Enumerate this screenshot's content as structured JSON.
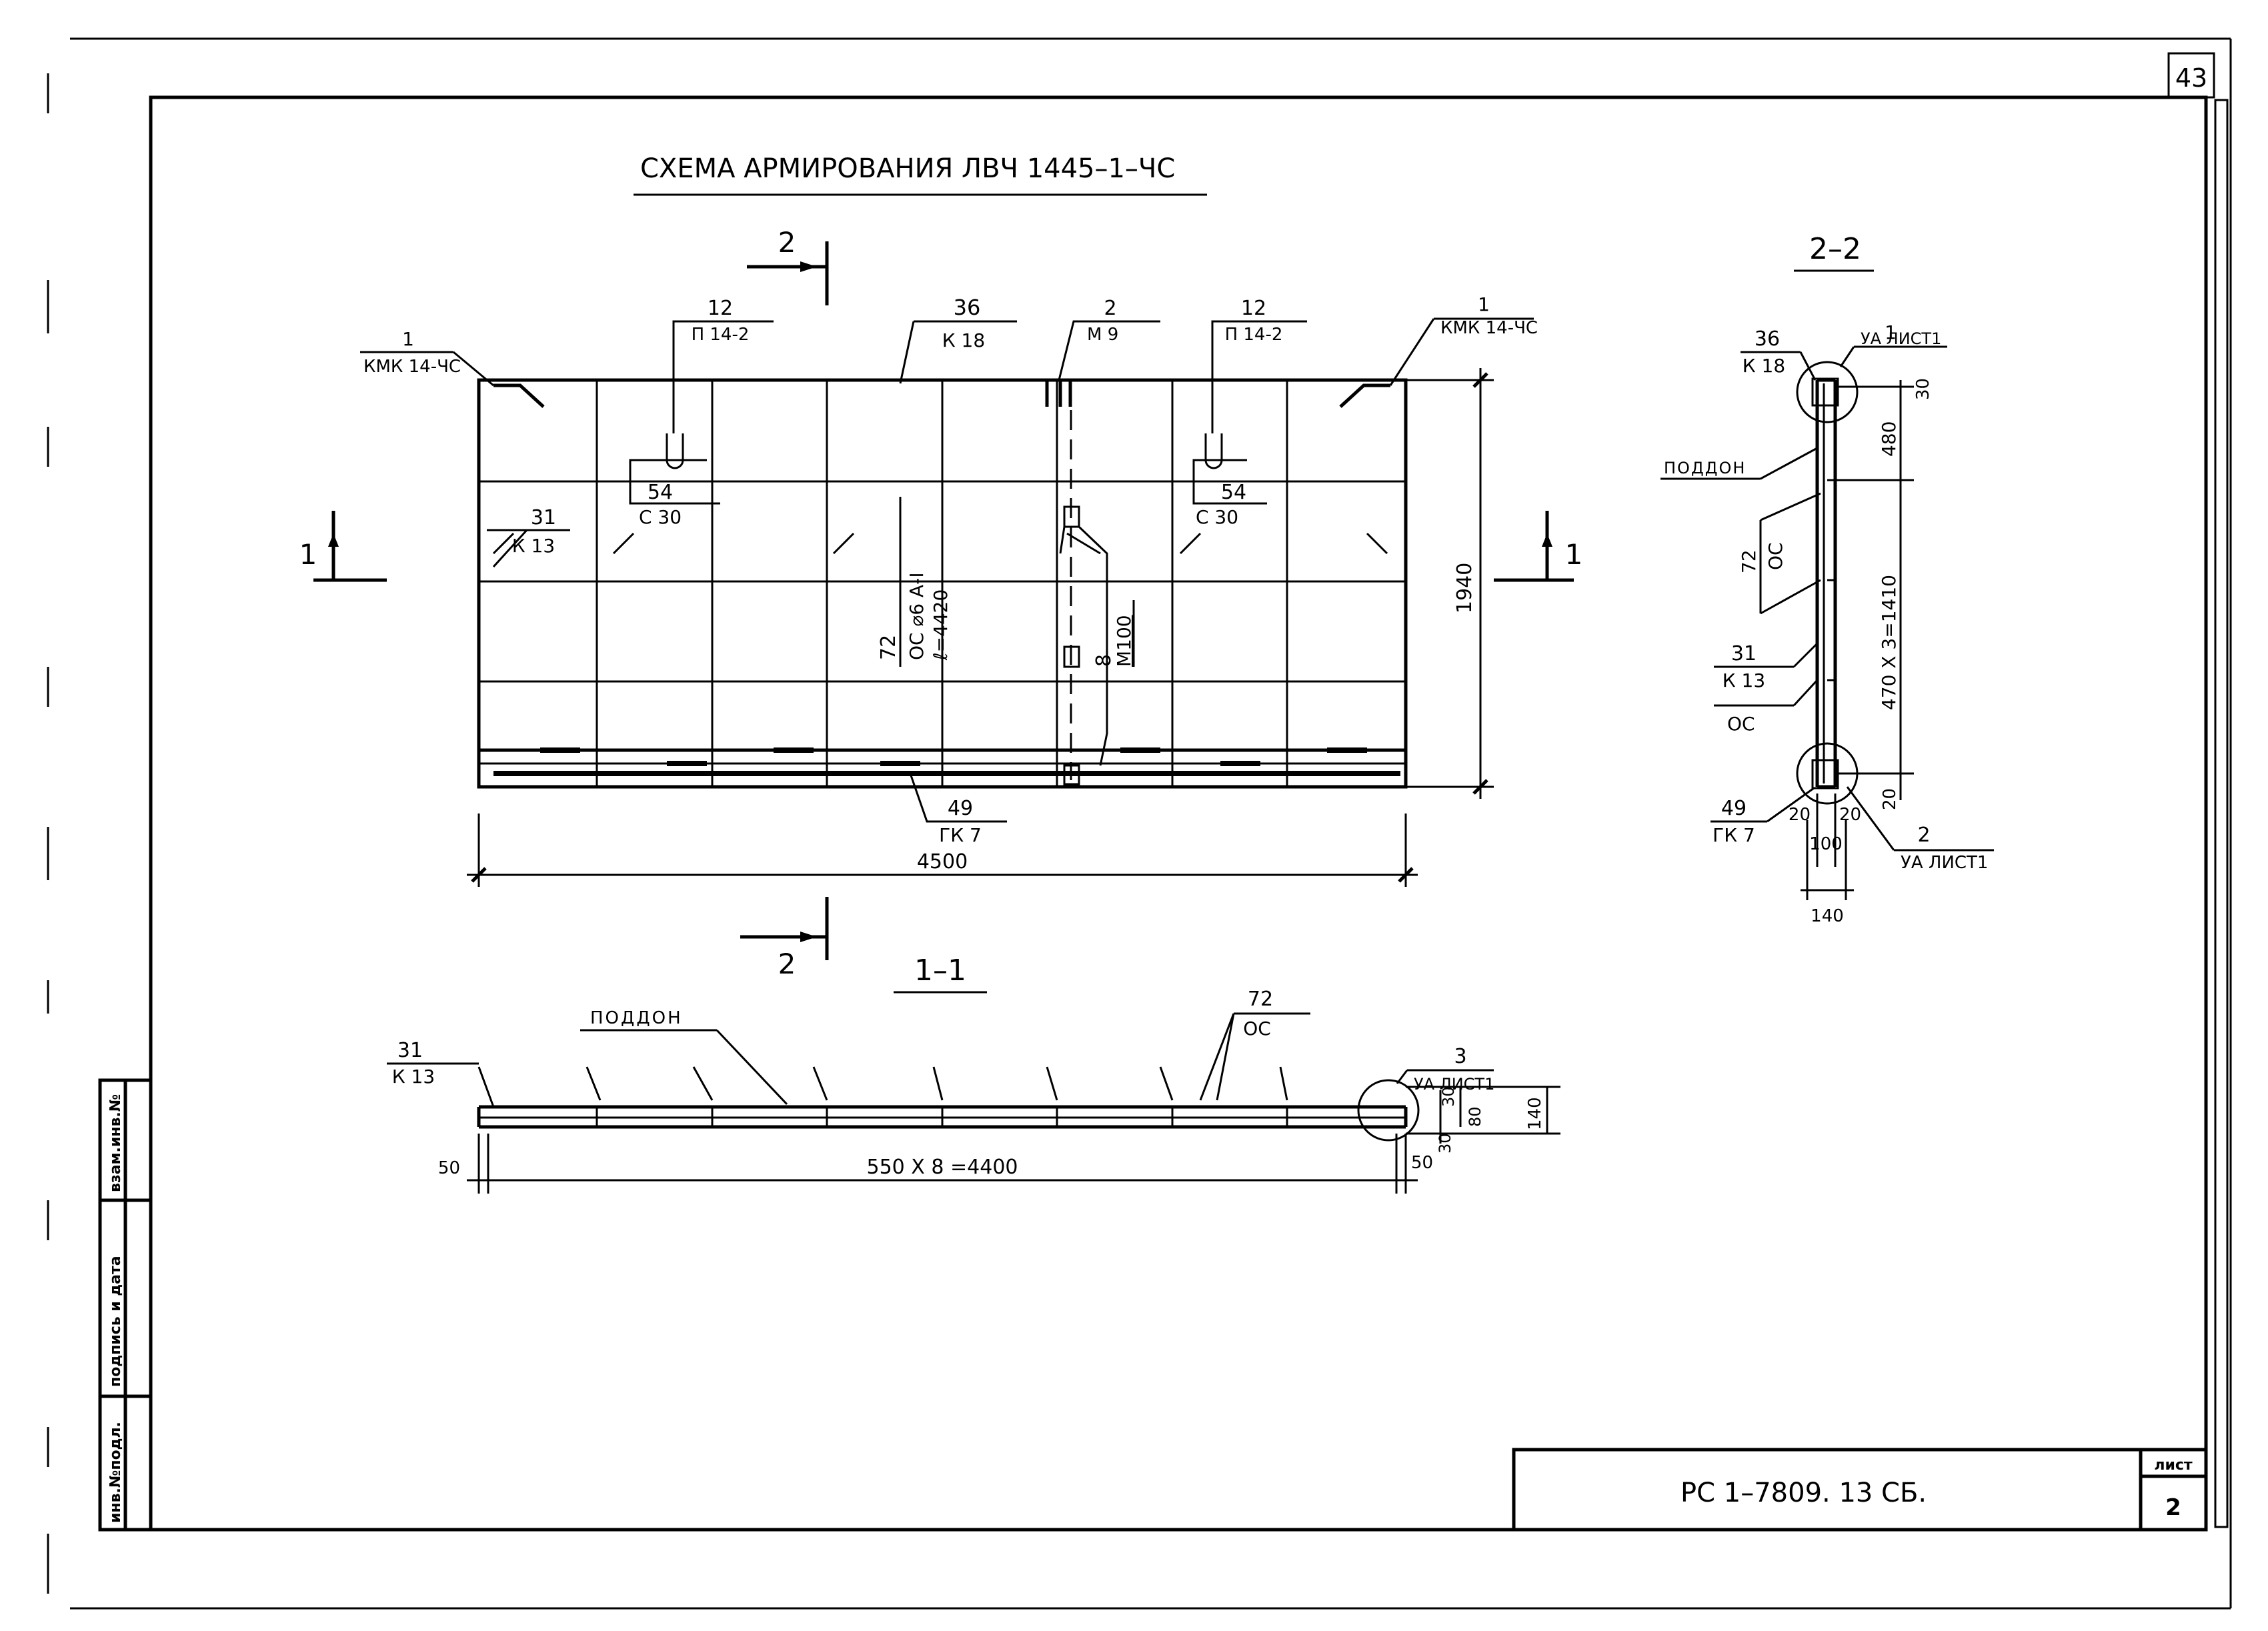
{
  "sheet": {
    "page_number": "43",
    "title": "СХЕМА АРМИРОВАНИЯ ЛВЧ 1445–1–ЧС",
    "doc_code": "РС 1–7809.  13 СБ.",
    "sheet_label": "лист",
    "sheet_number": "2"
  },
  "sidebar": {
    "inv_podl": "инв.№подл.",
    "podpis": "подпись и дата",
    "vzam": "взам.инв.№"
  },
  "plan": {
    "cut2_label": "2",
    "cut1_label": "1",
    "callout_kmk_left_num": "1",
    "callout_kmk_left_text": "КМК 14-ЧС",
    "callout_p14_left_num": "12",
    "callout_p14_left_text": "П 14-2",
    "callout_k18_num": "36",
    "callout_k18_text": "К 18",
    "callout_m9_num": "2",
    "callout_m9_text": "М 9",
    "callout_p14_right_num": "12",
    "callout_p14_right_text": "П 14-2",
    "callout_kmk_right_num": "1",
    "callout_kmk_right_text": "КМК 14-ЧС",
    "callout_c30_left_num": "54",
    "callout_c30_left_text": "С 30",
    "callout_c30_right_num": "54",
    "callout_c30_right_text": "С 30",
    "callout_k13_num": "31",
    "callout_k13_text": "К 13",
    "oc_num": "72",
    "oc_spec": "ОС ⌀6 А-I",
    "oc_length": "ℓ=4420",
    "m100_num": "8",
    "m100_text": "М100",
    "callout_gk7_num": "49",
    "callout_gk7_text": "ГК 7",
    "dim_width": "4500",
    "dim_height": "1940"
  },
  "section11": {
    "title": "1–1",
    "poddon": "ПОДДОН",
    "k13_num": "31",
    "k13_text": "К 13",
    "oc_num": "72",
    "oc_text": "ОС",
    "ua_num": "3",
    "ua_text": "УА ЛИСТ1",
    "dim_left": "50",
    "dim_main": "550 Х 8 =4400",
    "dim_right": "50",
    "dim_30a": "30",
    "dim_30b": "30",
    "dim_80": "80",
    "dim_140": "140"
  },
  "section22": {
    "title": "2–2",
    "ua1_num": "1",
    "ua1_text": "УА ЛИСТ1",
    "k18_num": "36",
    "k18_text": "К 18",
    "poddon": "ПОДДОН",
    "oc_num": "72",
    "oc_text": "ОС",
    "k13_num": "31",
    "k13_text": "К 13",
    "oc_text2": "ОС",
    "gk7_num": "49",
    "gk7_text": "ГК 7",
    "ua2_num": "2",
    "ua2_text": "УА ЛИСТ1",
    "dim_30": "30",
    "dim_480": "480",
    "dim_1410": "470 Х 3=1410",
    "dim_20_right": "20",
    "dim_20a": "20",
    "dim_20b": "20",
    "dim_100": "100",
    "dim_140": "140"
  }
}
